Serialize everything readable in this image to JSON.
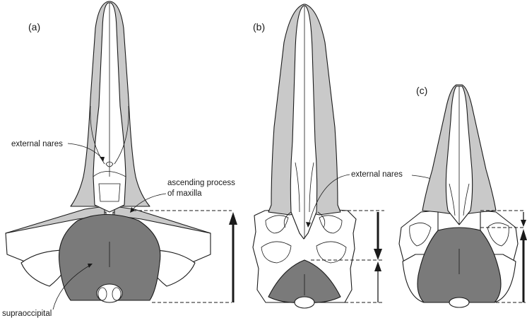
{
  "panels": [
    "(a)",
    "(b)",
    "(c)"
  ],
  "labels": {
    "external_nares_a": "external nares",
    "ascending_process_line1": "ascending process",
    "ascending_process_line2": "of maxilla",
    "supraoccipital": "supraoccipital",
    "external_nares_b": "external nares"
  },
  "colors": {
    "maxilla": "#c9c9c9",
    "supraoccipital": "#7a7a7a",
    "outline": "#1a1a1a",
    "bone": "#ffffff"
  }
}
